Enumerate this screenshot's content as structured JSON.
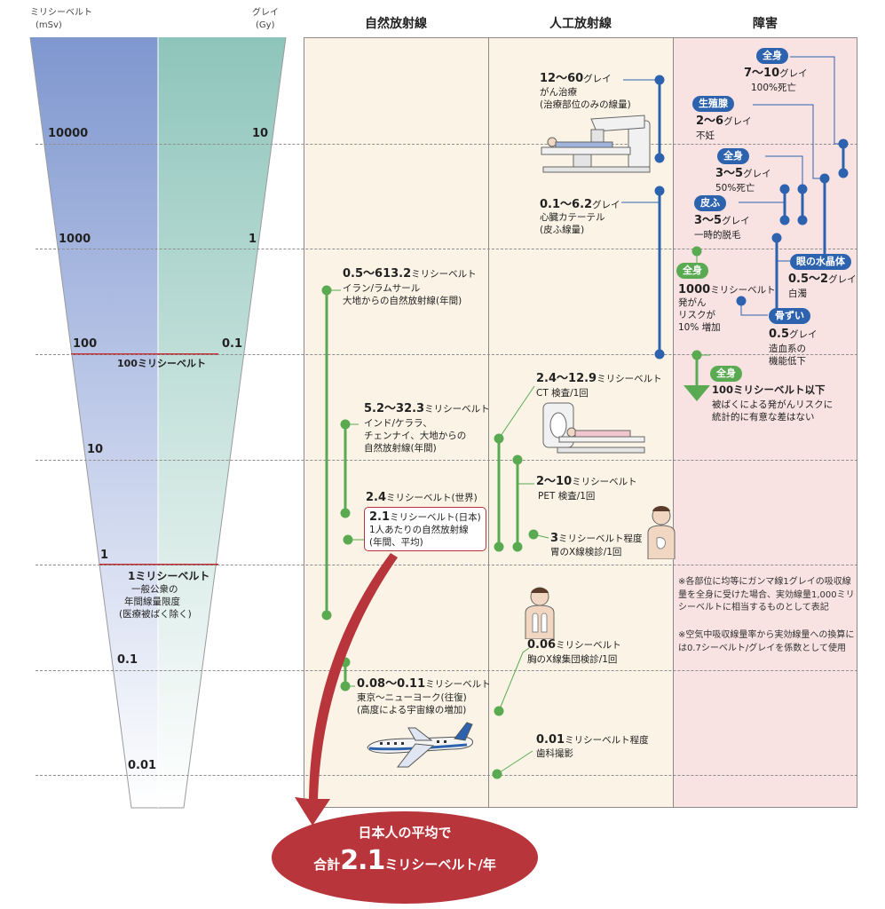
{
  "axes": {
    "left_label": "ミリシーベルト",
    "left_unit": "(mSv)",
    "right_label": "グレイ",
    "right_unit": "(Gy)",
    "msv_ticks": [
      "10000",
      "1000",
      "100",
      "10",
      "1",
      "0.1",
      "0.01"
    ],
    "gy_ticks": [
      "10",
      "1",
      "0.1"
    ]
  },
  "columns": {
    "natural": "自然放射線",
    "artificial": "人工放射線",
    "damage": "障害"
  },
  "funnel_marks": {
    "m100": "100ミリシーベルト",
    "m1_title": "1ミリシーベルト",
    "m1_line1": "一般公衆の",
    "m1_line2": "年間線量限度",
    "m1_line3": "(医療被ばく除く)"
  },
  "natural": {
    "iran_value": "0.5〜613.2",
    "iran_unit": "ミリシーベルト",
    "iran_l1": "イラン/ラムサール",
    "iran_l2": "大地からの自然放射線(年間)",
    "india_value": "5.2〜32.3",
    "india_unit": "ミリシーベルト",
    "india_l1": "インド/ケララ、",
    "india_l2": "チェンナイ、大地からの",
    "india_l3": "自然放射線(年間)",
    "world_value": "2.4",
    "world_unit": "ミリシーベルト(世界)",
    "japan_value": "2.1",
    "japan_unit": "ミリシーベルト(日本)",
    "japan_l1": "1人あたりの自然放射線",
    "japan_l2": "(年間、平均)",
    "flight_value": "0.08〜0.11",
    "flight_unit": "ミリシーベルト",
    "flight_l1": "東京〜ニューヨーク(往復)",
    "flight_l2": "(高度による宇宙線の増加)"
  },
  "artificial": {
    "cancer_value": "12〜60",
    "cancer_unit": "グレイ",
    "cancer_l1": "がん治療",
    "cancer_l2": "(治療部位のみの線量)",
    "cath_value": "0.1〜6.2",
    "cath_unit": "グレイ",
    "cath_l1": "心臓カテーテル",
    "cath_l2": "(皮ふ線量)",
    "ct_value": "2.4〜12.9",
    "ct_unit": "ミリシーベルト",
    "ct_l1": "CT 検査/1回",
    "pet_value": "2〜10",
    "pet_unit": "ミリシーベルト",
    "pet_l1": "PET 検査/1回",
    "stomach_value": "3",
    "stomach_unit": "ミリシーベルト程度",
    "stomach_l1": "胃のX線検診/1回",
    "chest_value": "0.06",
    "chest_unit": "ミリシーベルト",
    "chest_l1": "胸のX線集団検診/1回",
    "dental_value": "0.01",
    "dental_unit": "ミリシーベルト程度",
    "dental_l1": "歯科撮影"
  },
  "damage": {
    "p1_tag": "全身",
    "p1_value": "7〜10",
    "p1_unit": "グレイ",
    "p1_l1": "100%死亡",
    "p2_tag": "生殖腺",
    "p2_value": "2〜6",
    "p2_unit": "グレイ",
    "p2_l1": "不妊",
    "p3_tag": "全身",
    "p3_value": "3〜5",
    "p3_unit": "グレイ",
    "p3_l1": "50%死亡",
    "p4_tag": "皮ふ",
    "p4_value": "3〜5",
    "p4_unit": "グレイ",
    "p4_l1": "一時的脱毛",
    "p5_tag": "全身",
    "p5_value": "1000",
    "p5_unit": "ミリシーベルト",
    "p5_l1": "発がん",
    "p5_l2": "リスクが",
    "p5_l3": "10% 増加",
    "p6_tag": "眼の水晶体",
    "p6_value": "0.5〜2",
    "p6_unit": "グレイ",
    "p6_l1": "白濁",
    "p7_tag": "骨ずい",
    "p7_value": "0.5",
    "p7_unit": "グレイ",
    "p7_l1": "造血系の",
    "p7_l2": "機能低下",
    "p8_tag": "全身",
    "p8_value": "100ミリシーベルト以下",
    "p8_l1": "被ばくによる発がんリスクに",
    "p8_l2": "統計的に有意な差はない"
  },
  "notes": {
    "n1": "※各部位に均等にガンマ線1グレイの吸収線量を全身に受けた場合、実効線量1,000ミリシーベルトに相当するものとして表記",
    "n2": "※空気中吸収線量率から実効線量への換算には0.7シーベルト/グレイを係数として使用"
  },
  "summary": {
    "line1": "日本人の平均で",
    "prefix": "合計",
    "value": "2.1",
    "unit": "ミリシーベルト/年"
  },
  "colors": {
    "msv_band": "#7f97cf",
    "gy_band": "#8ec5bb",
    "panel_left": "#fbf4e6",
    "panel_right": "#f8e2e2",
    "green": "#5aaa52",
    "blue": "#2d63ae",
    "red": "#b9353c"
  }
}
